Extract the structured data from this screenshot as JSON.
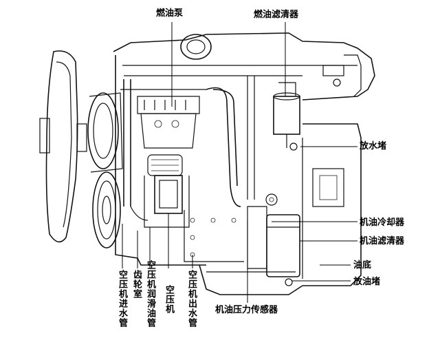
{
  "labels": {
    "fuel_pump": "燃油泵",
    "fuel_filter": "燃油滤清器",
    "drain_plug_water": "放水堵",
    "oil_cooler": "机油冷却器",
    "oil_filter": "机油滤清器",
    "oil_pan": "油底",
    "oil_drain_plug": "放油堵",
    "oil_pressure_sensor": "机油压力传感器",
    "compressor_inlet_pipe": "空压机进水管",
    "gear_chamber": "齿轮室",
    "compressor_lube_pipe": "空压机润滑油管",
    "compressor": "空压机",
    "compressor_outlet_pipe": "空压机出水管"
  },
  "colors": {
    "line": "#111111",
    "background": "#ffffff"
  }
}
